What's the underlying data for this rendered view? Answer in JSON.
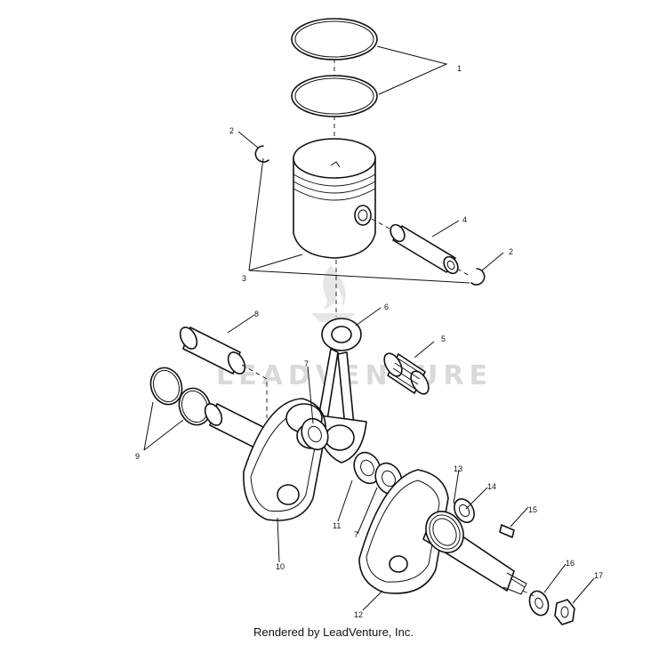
{
  "watermark": {
    "text": "LEADVENTURE",
    "color": "#d9d9d9"
  },
  "callouts": {
    "c1": "1",
    "c2a": "2",
    "c2b": "2",
    "c3": "3",
    "c4": "4",
    "c5": "5",
    "c6": "6",
    "c7a": "7",
    "c7b": "7",
    "c8": "8",
    "c9": "9",
    "c10": "10",
    "c11": "11",
    "c12": "12",
    "c13": "13",
    "c14": "14",
    "c15": "15",
    "c16": "16",
    "c17": "17"
  },
  "footer": {
    "text": "Rendered by LeadVenture, Inc."
  }
}
